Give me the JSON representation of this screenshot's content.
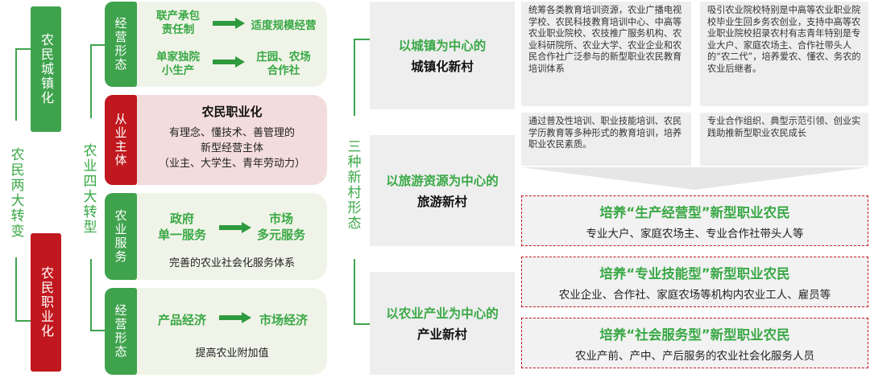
{
  "left": {
    "top_box": "农民城镇化",
    "middle_label": "农民两大转变",
    "bottom_box": "农民职业化"
  },
  "col2": {
    "label": "农业四大转型",
    "items": [
      {
        "tag": "经营形态",
        "row1_from": "联产承包\n责任制",
        "row1_to": "适度规模经营",
        "row2_from": "单家独院\n小生产",
        "row2_to": "庄园、农场\n合作社"
      },
      {
        "tag": "从业主体",
        "title": "农民职业化",
        "body": "有理念、懂技术、善管理的\n新型经营主体\n（业主、大学生、青年劳动力）"
      },
      {
        "tag": "农业服务",
        "from": "政府\n单一服务",
        "to": "市场\n多元服务",
        "note": "完善的农业社会化服务体系"
      },
      {
        "tag": "经营形态",
        "from": "产品经济",
        "to": "市场经济",
        "note": "提高农业附加值"
      }
    ]
  },
  "col3": {
    "label": "三种新村形态",
    "items": [
      {
        "t1": "以城镇为中心的",
        "t2": "城镇化新村"
      },
      {
        "t1": "以旅游资源为中心的",
        "t2": "旅游新村"
      },
      {
        "t1": "以农业产业为中心的",
        "t2": "产业新村"
      }
    ]
  },
  "cards": [
    "统筹各类教育培训资源，农业广播电视学校、农民科技教育培训中心、中高等农业职业院校、农技推广服务机构、农业科研院所、农业大学、农业企业和农民合作社广泛参与的新型职业农民教育培训体系",
    "吸引农业院校特别是中高等农业职业院校毕业生回乡务农创业，支持中高等农业职业院校招录农村有志青年特别是专业大户、家庭农场主、合作社带头人的“农二代”，培养爱农、懂农、务农的农业后继者。",
    "通过普及性培训、职业技能培训、农民学历教育等多种形式的教育培训，培养职业农民素质。",
    "专业合作组织、典型示范引领、创业实践助推新型职业农民成长"
  ],
  "types": [
    {
      "title": "培养“生产经营型”新型职业农民",
      "desc": "专业大户、家庭农场主、专业合作社带头人等"
    },
    {
      "title": "培养“专业技能型”新型职业农民",
      "desc": "农业企业、合作社、家庭农场等机构内农业工人、雇员等"
    },
    {
      "title": "培养“社会服务型”新型职业农民",
      "desc": "农业产前、产中、产后服务的农业社会化服务人员"
    }
  ],
  "colors": {
    "green": "#3fa34d",
    "red": "#c0181e",
    "panel": "#f0f4e8",
    "pink_panel": "#f3dcdc",
    "grey": "#eeeeee"
  }
}
